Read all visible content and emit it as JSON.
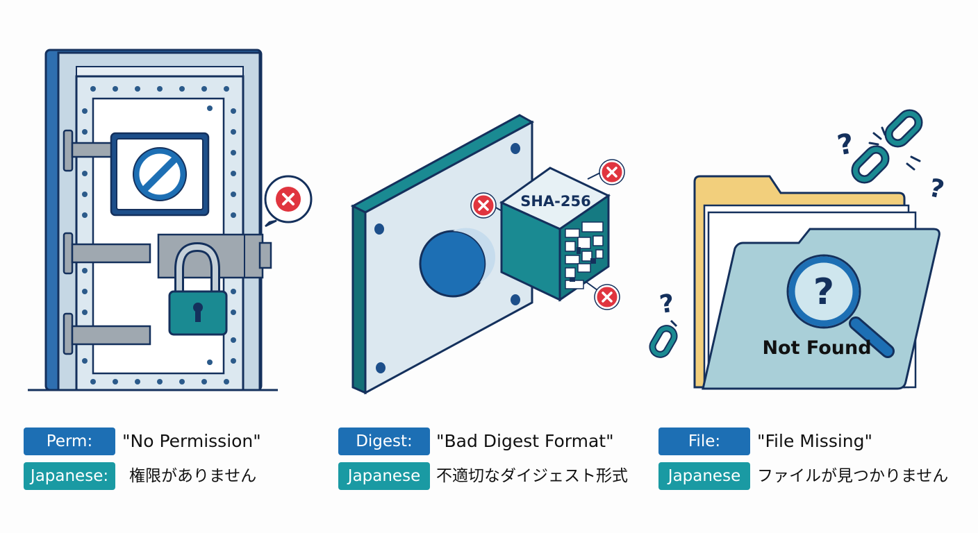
{
  "panels": [
    {
      "id": "permission",
      "key_badge": "Perm:",
      "value": "\"No Permission\"",
      "jp_badge": "Japanese:",
      "jp_value": "権限がありません"
    },
    {
      "id": "digest",
      "key_badge": "Digest:",
      "value": "\"Bad Digest Format\"",
      "jp_badge": "Japanese",
      "jp_value": "不適切なダイジェスト形式",
      "hash_label": "SHA-256"
    },
    {
      "id": "file",
      "key_badge": "File:",
      "value": "\"File Missing\"",
      "jp_badge": "Japanese",
      "jp_value": "ファイルが見つかりません",
      "folder_label": "Not Found"
    }
  ],
  "colors": {
    "navy": "#14305c",
    "blue": "#1d6fb4",
    "teal": "#1a8a92",
    "light_blue": "#dbe8f0",
    "error_red": "#e0353f",
    "folder_tan": "#f2cf7c"
  }
}
